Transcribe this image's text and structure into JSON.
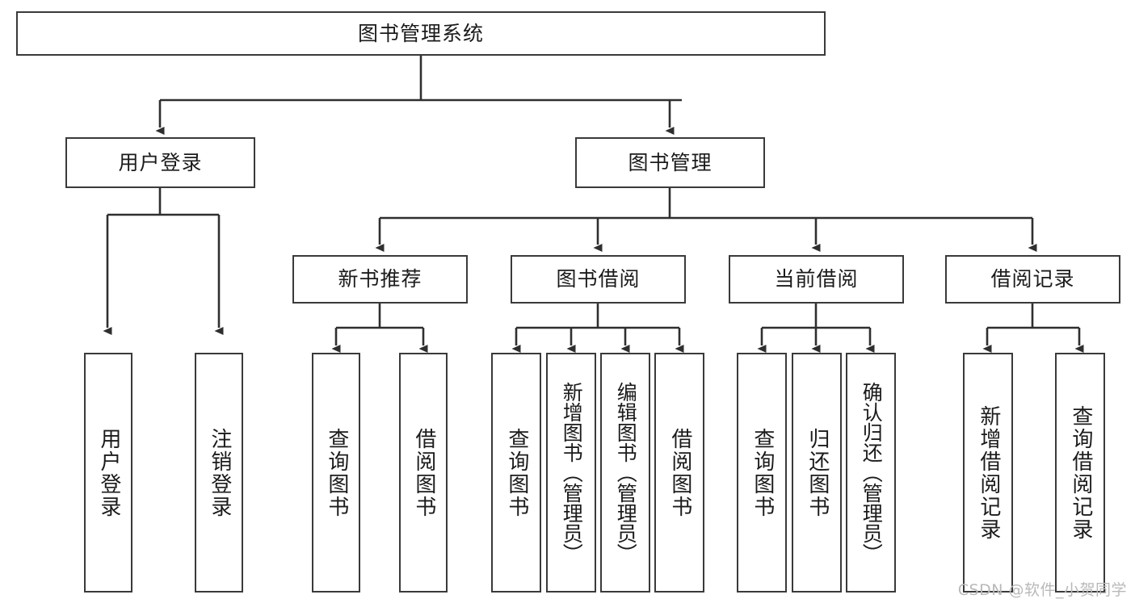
{
  "diagram": {
    "title_text": "图书管理系统",
    "type": "hierarchy-tree",
    "root": {
      "id": "root",
      "label": "图书管理系统"
    },
    "level2": [
      {
        "id": "user-login",
        "label": "用户登录"
      },
      {
        "id": "book-management",
        "label": "图书管理"
      }
    ],
    "level3": [
      {
        "id": "new-book-recommend",
        "label": "新书推荐"
      },
      {
        "id": "book-borrow",
        "label": "图书借阅"
      },
      {
        "id": "current-borrow",
        "label": "当前借阅"
      },
      {
        "id": "borrow-record",
        "label": "借阅记录"
      }
    ],
    "leaves": {
      "user_login": [
        {
          "id": "leaf-user-login",
          "label": "用户登录"
        },
        {
          "id": "leaf-logout-login",
          "label": "注销登录"
        }
      ],
      "new_book_recommend": [
        {
          "id": "leaf-query-book-1",
          "label": "查询图书"
        },
        {
          "id": "leaf-borrow-book-1",
          "label": "借阅图书"
        }
      ],
      "book_borrow": [
        {
          "id": "leaf-query-book-2",
          "label": "查询图书"
        },
        {
          "id": "leaf-add-book",
          "label": "新增图书（管理员）"
        },
        {
          "id": "leaf-edit-book",
          "label": "编辑图书（管理员）"
        },
        {
          "id": "leaf-borrow-book-2",
          "label": "借阅图书"
        }
      ],
      "current_borrow": [
        {
          "id": "leaf-query-book-3",
          "label": "查询图书"
        },
        {
          "id": "leaf-return-book",
          "label": "归还图书"
        },
        {
          "id": "leaf-confirm-return",
          "label": "确认归还（管理员）"
        }
      ],
      "borrow_record": [
        {
          "id": "leaf-add-record",
          "label": "新增借阅记录"
        },
        {
          "id": "leaf-query-record",
          "label": "查询借阅记录"
        }
      ]
    },
    "colors": {
      "border": "#3a3a3a",
      "text": "#1b1b1b",
      "background": "#ffffff",
      "connector": "#2f2f2f",
      "watermark": "#b9b9b9"
    }
  },
  "watermark": {
    "text": "CSDN @软件_小贺同学"
  }
}
